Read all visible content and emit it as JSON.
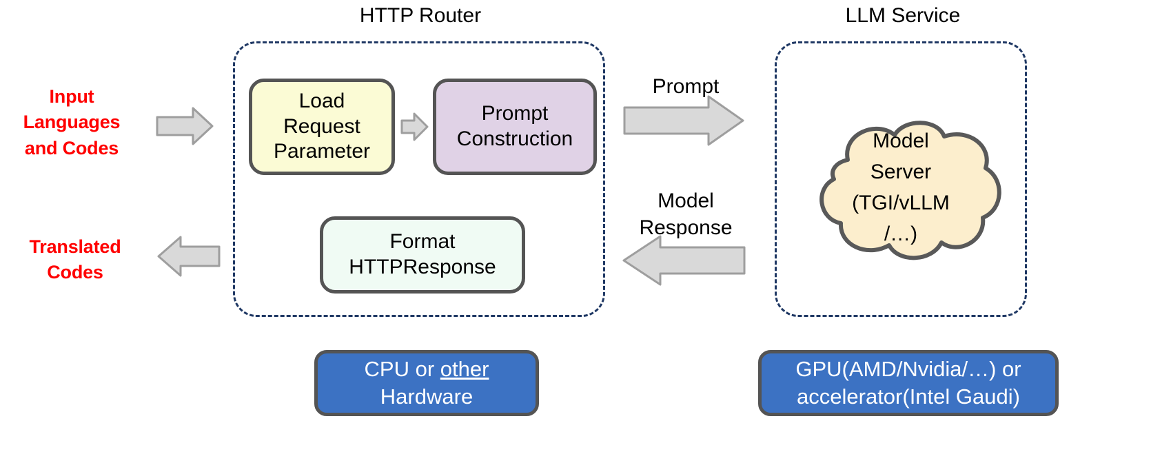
{
  "diagram": {
    "title_http_router": "HTTP Router",
    "title_llm_service": "LLM Service",
    "input_label": "Input\nLanguages\nand Codes",
    "output_label": "Translated\nCodes",
    "boxes": {
      "load_request_parameter": "Load\nRequest\nParameter",
      "prompt_construction": "Prompt\nConstruction",
      "format_http_response": "Format\nHTTPResponse",
      "model_server": "Model\nServer\n(TGI/vLLM\n/…)"
    },
    "hardware": {
      "cpu_prefix": "CPU or ",
      "cpu_underlined": "other",
      "cpu_suffix": "\nHardware",
      "gpu": "GPU(AMD/Nvidia/…) or\naccelerator(Intel Gaudi)"
    },
    "arrows": {
      "prompt": "Prompt",
      "model_response": "Model\nResponse"
    },
    "colors": {
      "input_output_text": "#ff0000",
      "group_border": "#1f3864",
      "box_border": "#545454",
      "load_request_fill": "#fbfbd5",
      "prompt_construction_fill": "#e0d2e6",
      "format_response_fill": "#f0fbf4",
      "model_server_fill": "#fceecd",
      "hardware_fill": "#3c72c3",
      "arrow_fill": "#d9d9d9",
      "arrow_stroke": "#9e9e9e"
    }
  }
}
